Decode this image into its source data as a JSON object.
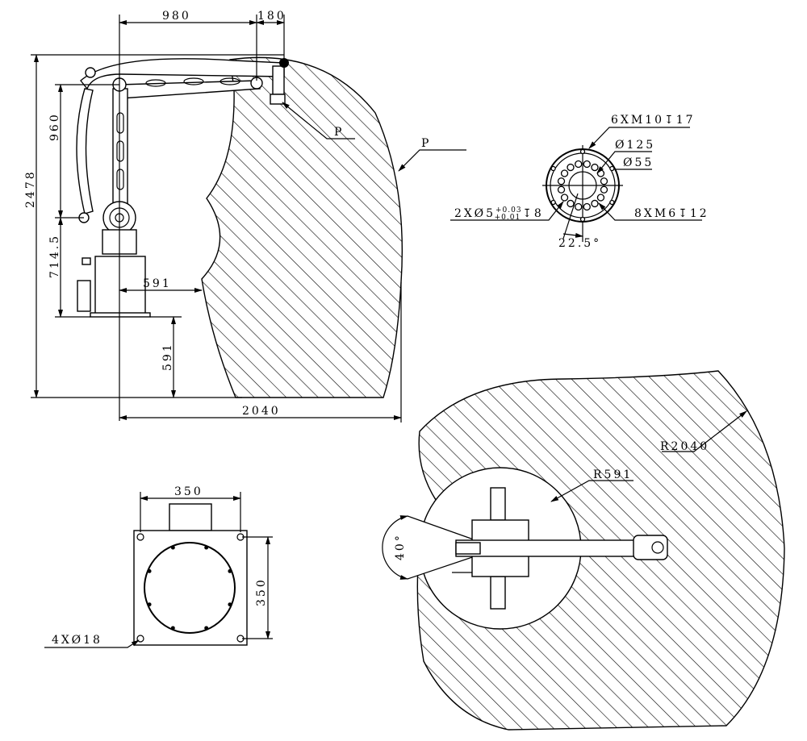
{
  "side_view": {
    "dim_reach_arm": "980",
    "dim_wrist_offset": "180",
    "dim_total_height": "2478",
    "dim_upper_arm": "960",
    "dim_base_height": "714.5",
    "dim_inner_radius_h": "591",
    "dim_inner_radius_v": "591",
    "dim_max_reach": "2040",
    "point_label_tool": "P",
    "point_label_envelope": "P"
  },
  "flange_detail": {
    "tapped_holes_outer": "6XM10↧17",
    "outer_diameter": "Ø125",
    "inner_diameter": "Ø55",
    "dowel_holes": "2XØ5",
    "dowel_tol_upper": "+0.03",
    "dowel_tol_lower": "+0.01",
    "dowel_depth": "↧8",
    "tapped_holes_inner": "8XM6↧12",
    "angle": "22.5°"
  },
  "base_view": {
    "width": "350",
    "depth": "350",
    "mount_holes": "4XØ18"
  },
  "top_view": {
    "inner_radius": "R591",
    "outer_radius": "R2040",
    "angle": "40°"
  }
}
